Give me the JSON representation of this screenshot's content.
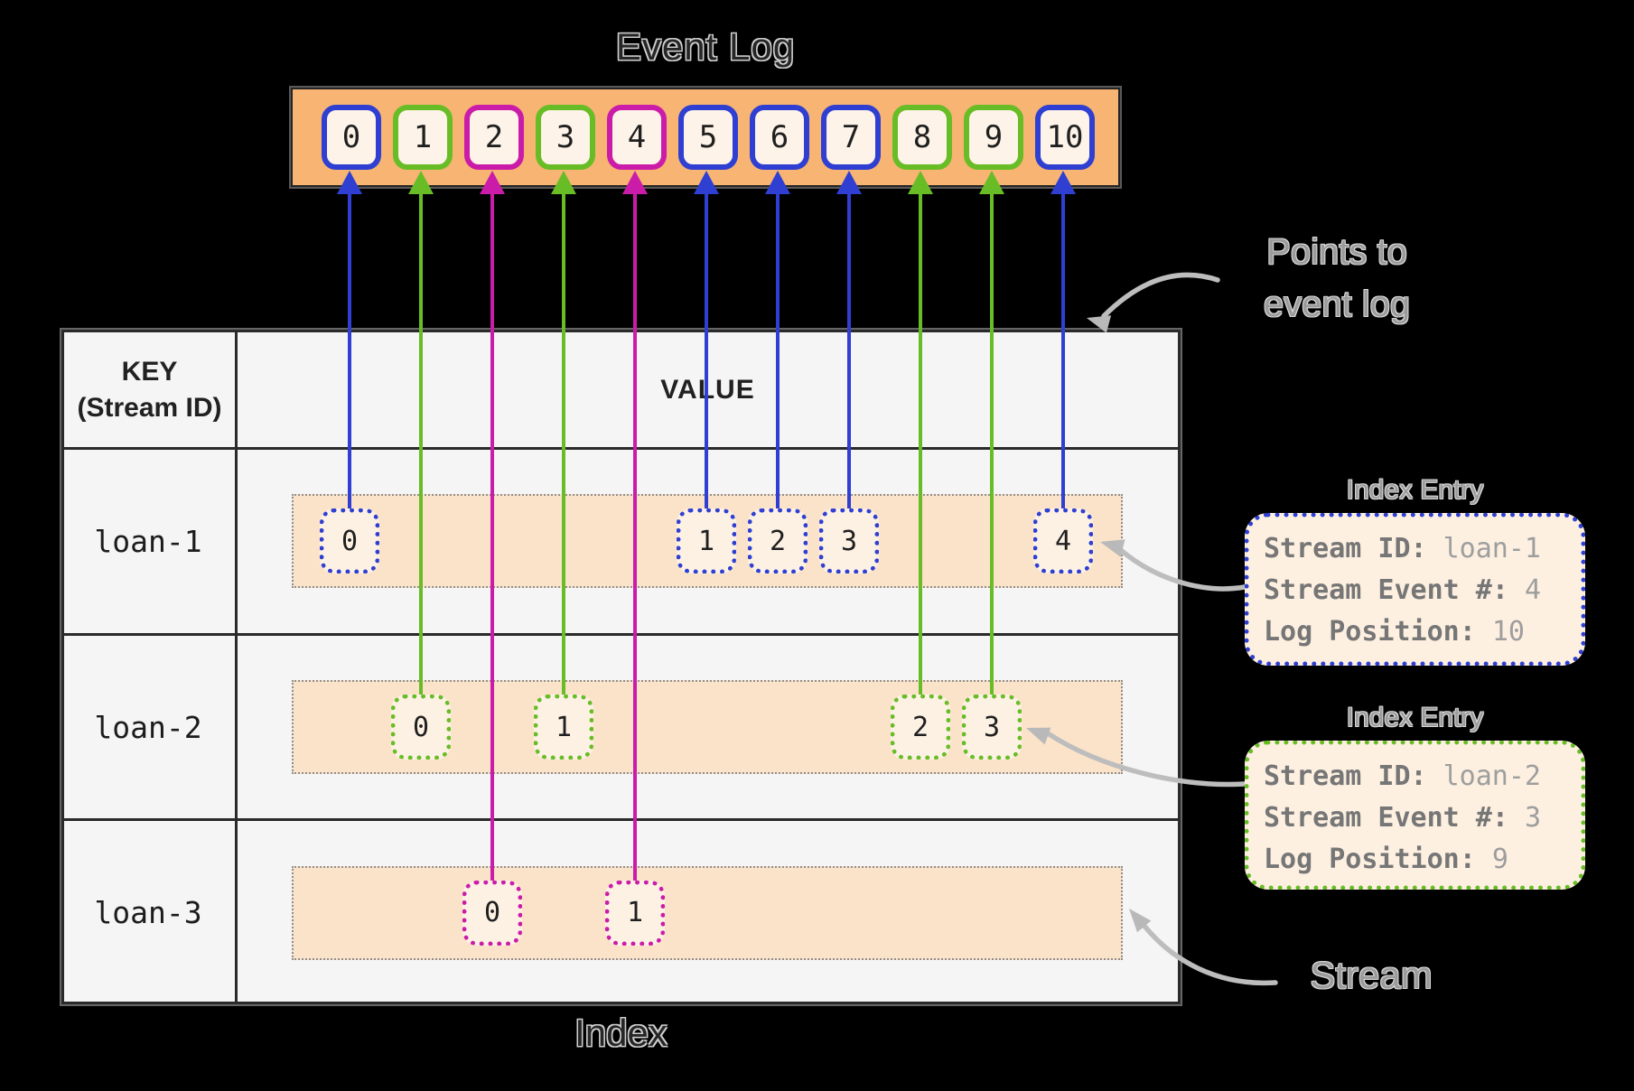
{
  "colors": {
    "blue": "#2e3fd2",
    "green": "#68bd26",
    "magenta": "#cb1ca9",
    "bar_orange": "#f7b473",
    "band_orange": "#fbe3c9",
    "cell_cream": "#fdf3e8",
    "annotation_gray": "#9b9b9b",
    "arrow_gray": "#bdbdbd"
  },
  "event_log": {
    "title": "Event Log",
    "cells": [
      {
        "label": "0",
        "color": "blue"
      },
      {
        "label": "1",
        "color": "green"
      },
      {
        "label": "2",
        "color": "magenta"
      },
      {
        "label": "3",
        "color": "green"
      },
      {
        "label": "4",
        "color": "magenta"
      },
      {
        "label": "5",
        "color": "blue"
      },
      {
        "label": "6",
        "color": "blue"
      },
      {
        "label": "7",
        "color": "blue"
      },
      {
        "label": "8",
        "color": "green"
      },
      {
        "label": "9",
        "color": "green"
      },
      {
        "label": "10",
        "color": "blue"
      }
    ]
  },
  "index_table": {
    "key_header_line1": "KEY",
    "key_header_line2": "(Stream ID)",
    "value_header": "VALUE",
    "caption": "Index",
    "rows": [
      {
        "key": "loan-1",
        "color": "blue",
        "entries": [
          {
            "label": "0",
            "log": 0
          },
          {
            "label": "1",
            "log": 5
          },
          {
            "label": "2",
            "log": 6
          },
          {
            "label": "3",
            "log": 7
          },
          {
            "label": "4",
            "log": 10
          }
        ]
      },
      {
        "key": "loan-2",
        "color": "green",
        "entries": [
          {
            "label": "0",
            "log": 1
          },
          {
            "label": "1",
            "log": 3
          },
          {
            "label": "2",
            "log": 8
          },
          {
            "label": "3",
            "log": 9
          }
        ]
      },
      {
        "key": "loan-3",
        "color": "magenta",
        "entries": [
          {
            "label": "0",
            "log": 2
          },
          {
            "label": "1",
            "log": 4
          }
        ]
      }
    ]
  },
  "annotations": {
    "points_to_line1": "Points to",
    "points_to_line2": "event log",
    "stream_label": "Stream",
    "index_entries": [
      {
        "title": "Index Entry",
        "color": "blue",
        "fields": [
          {
            "label": "Stream ID:",
            "value": "loan-1"
          },
          {
            "label": "Stream Event #:",
            "value": "4"
          },
          {
            "label": "Log Position:",
            "value": "10"
          }
        ]
      },
      {
        "title": "Index Entry",
        "color": "green",
        "fields": [
          {
            "label": "Stream ID:",
            "value": "loan-2"
          },
          {
            "label": "Stream Event #:",
            "value": "3"
          },
          {
            "label": "Log Position:",
            "value": "9"
          }
        ]
      }
    ]
  }
}
